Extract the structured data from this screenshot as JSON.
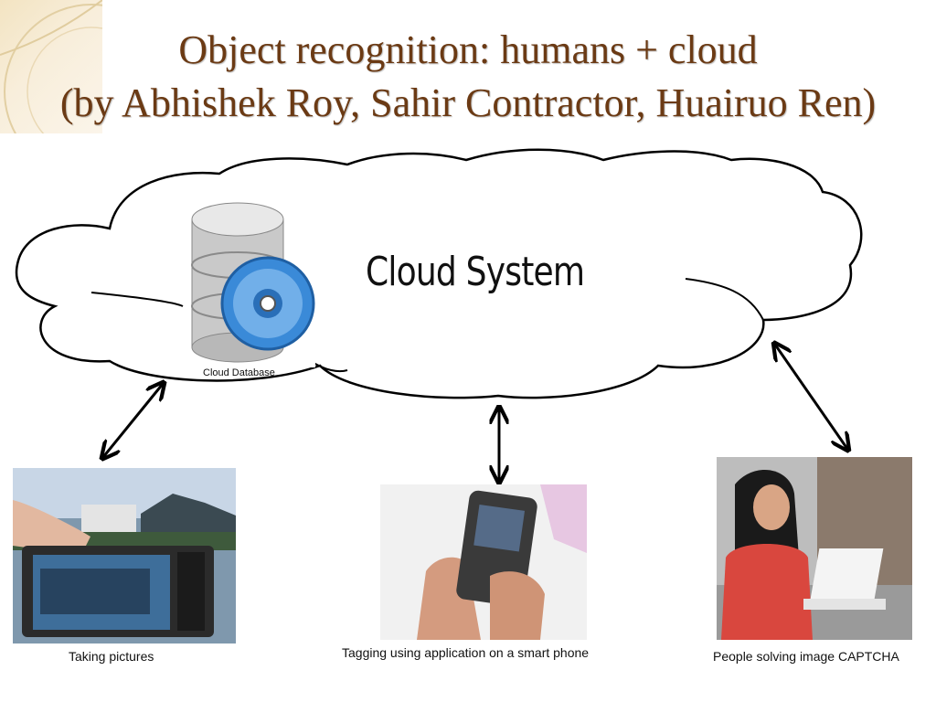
{
  "slide": {
    "title_line1": "Object recognition: humans + cloud",
    "title_line2": "(by Abhishek Roy, Sahir Contractor, Huairuo Ren)"
  },
  "cloud": {
    "label": "Cloud System",
    "database_label": "Cloud Database"
  },
  "photos": [
    {
      "caption": "Taking pictures"
    },
    {
      "caption": "Tagging using application on a smart phone"
    },
    {
      "caption": "People solving image CAPTCHA"
    }
  ],
  "colors": {
    "title": "#6b3a14",
    "cloud_fill": "#ffffff",
    "cloud_stroke": "#000000",
    "disc": "#3a8ad8"
  }
}
